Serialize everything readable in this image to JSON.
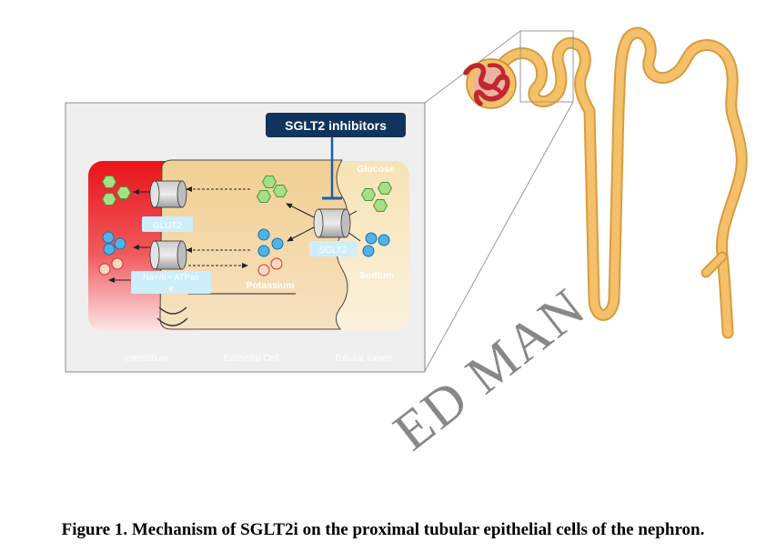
{
  "diagram": {
    "inhibitor_label": "SGLT2 inhibitors",
    "glucose_label": "Glucose",
    "sodium_label": "Sodium",
    "potassium_label": "Potassium",
    "glut2_label": "GLUT2",
    "sglt2_label": "SGLT2",
    "nak_label_line1": "Na+/K+ ATPas",
    "nak_label_line2": "e",
    "region_interstitium": "Interstitium",
    "region_epithelial": "Epithelial Cell",
    "region_lumen": "Tubular lumen",
    "colors": {
      "interstitium_red": "#e8141a",
      "cell_tan": "#f2cf92",
      "lumen_tan": "#f7e3b5",
      "glucose_green": "#a8de84",
      "sodium_blue": "#4fb3e8",
      "potassium_peach": "#f9d8c4",
      "inhibitor_navy": "#10345e",
      "nephron_orange": "#f5c06a",
      "glomerulus_red": "#c1272d"
    }
  },
  "caption": "Figure 1. Mechanism of SGLT2i on the proximal tubular epithelial cells of the nephron.",
  "watermark": "ED MAN"
}
